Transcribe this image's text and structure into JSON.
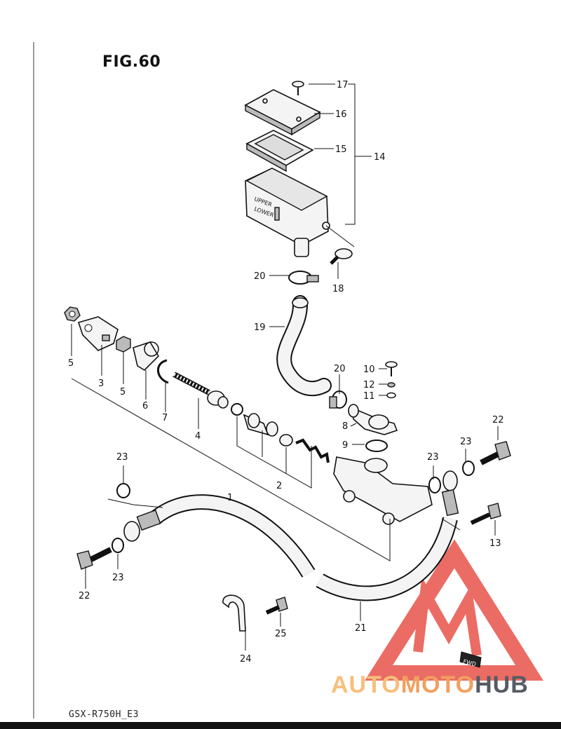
{
  "figure": {
    "title": "FIG.60",
    "model_code": "GSX-R750H_E3"
  },
  "watermark": {
    "word_1": "AUTO",
    "word_2": "MOTO",
    "word_3": "HUB",
    "badge_text": "FWD",
    "colors": {
      "triangle": "#e8534a",
      "auto": "#f7bf7c",
      "moto": "#f2a060",
      "hub": "#555b63"
    }
  },
  "callouts": {
    "p1": "1",
    "p2": "2",
    "p3": "3",
    "p4": "4",
    "p5a": "5",
    "p5b": "5",
    "p6": "6",
    "p7": "7",
    "p8": "8",
    "p9": "9",
    "p10": "10",
    "p11": "11",
    "p12": "12",
    "p13": "13",
    "p14": "14",
    "p15": "15",
    "p16": "16",
    "p17": "17",
    "p18": "18",
    "p19": "19",
    "p20a": "20",
    "p20b": "20",
    "p21": "21",
    "p22a": "22",
    "p22b": "22",
    "p23a": "23",
    "p23b": "23",
    "p23c": "23",
    "p23d": "23",
    "p24": "24",
    "p25": "25"
  },
  "reservoir_marks": {
    "upper": "UPPER",
    "lower": "LOWER"
  }
}
